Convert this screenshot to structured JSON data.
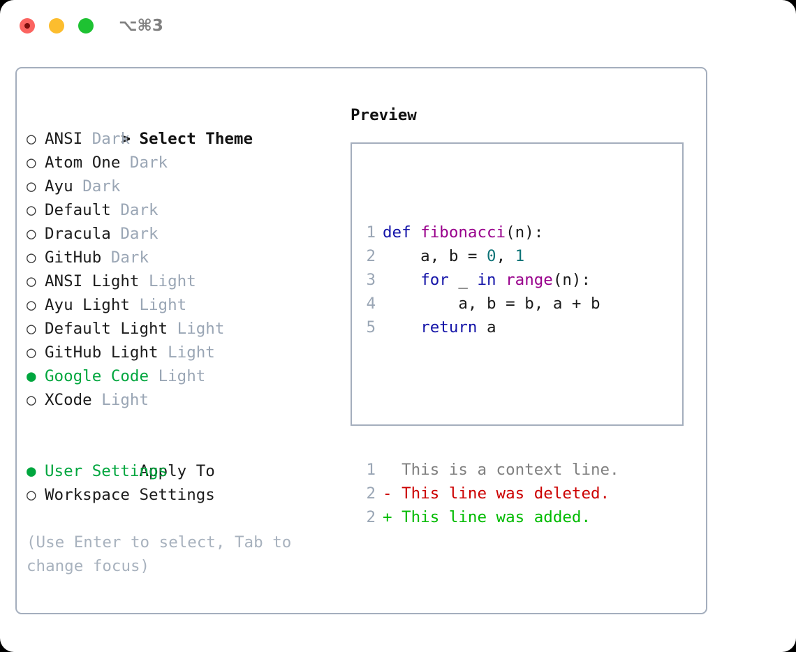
{
  "window": {
    "traffic_lights": [
      "close-red",
      "minimize-yellow",
      "maximize-green"
    ],
    "shortcut_label": "⌥⌘3"
  },
  "colors": {
    "accent_green": "#00a63e",
    "tag_gray": "#9aa6b5",
    "border": "#a4aebd",
    "hint_gray": "#a8b2be",
    "keyword_blue": "#1414a8",
    "function_purple": "#99008c",
    "number_teal": "#0d7377",
    "diff_added": "#00bb00",
    "diff_deleted": "#cc0000",
    "diff_context": "#808080"
  },
  "theme_picker": {
    "header_marker": ">",
    "header_label": "Select Theme",
    "items": [
      {
        "marker": "○",
        "name": "ANSI",
        "tag": "Dark",
        "selected": false
      },
      {
        "marker": "○",
        "name": "Atom One",
        "tag": "Dark",
        "selected": false
      },
      {
        "marker": "○",
        "name": "Ayu",
        "tag": "Dark",
        "selected": false
      },
      {
        "marker": "○",
        "name": "Default",
        "tag": "Dark",
        "selected": false
      },
      {
        "marker": "○",
        "name": "Dracula",
        "tag": "Dark",
        "selected": false
      },
      {
        "marker": "○",
        "name": "GitHub",
        "tag": "Dark",
        "selected": false
      },
      {
        "marker": "○",
        "name": "ANSI Light",
        "tag": "Light",
        "selected": false
      },
      {
        "marker": "○",
        "name": "Ayu Light",
        "tag": "Light",
        "selected": false
      },
      {
        "marker": "○",
        "name": "Default Light",
        "tag": "Light",
        "selected": false
      },
      {
        "marker": "○",
        "name": "GitHub Light",
        "tag": "Light",
        "selected": false
      },
      {
        "marker": "●",
        "name": "Google Code",
        "tag": "Light",
        "selected": true
      },
      {
        "marker": "○",
        "name": "XCode",
        "tag": "Light",
        "selected": false
      }
    ]
  },
  "apply_to": {
    "label": "Apply To",
    "items": [
      {
        "marker": "●",
        "name": "User Settings",
        "selected": true
      },
      {
        "marker": "○",
        "name": "Workspace Settings",
        "selected": false
      }
    ]
  },
  "hint": "(Use Enter to select, Tab to change focus)",
  "preview": {
    "title": "Preview",
    "code_lines": [
      {
        "num": "1",
        "tokens": [
          {
            "t": "def",
            "c": "kw"
          },
          {
            "t": " ",
            "c": "plain"
          },
          {
            "t": "fibonacci",
            "c": "fn"
          },
          {
            "t": "(n):",
            "c": "punct"
          }
        ]
      },
      {
        "num": "2",
        "tokens": [
          {
            "t": "    a, b = ",
            "c": "plain"
          },
          {
            "t": "0",
            "c": "num"
          },
          {
            "t": ", ",
            "c": "plain"
          },
          {
            "t": "1",
            "c": "num"
          }
        ]
      },
      {
        "num": "3",
        "tokens": [
          {
            "t": "    ",
            "c": "plain"
          },
          {
            "t": "for",
            "c": "kw"
          },
          {
            "t": " _ ",
            "c": "plain"
          },
          {
            "t": "in",
            "c": "kw"
          },
          {
            "t": " ",
            "c": "plain"
          },
          {
            "t": "range",
            "c": "fn"
          },
          {
            "t": "(n):",
            "c": "punct"
          }
        ]
      },
      {
        "num": "4",
        "tokens": [
          {
            "t": "        a, b = b, a + b",
            "c": "plain"
          }
        ]
      },
      {
        "num": "5",
        "tokens": [
          {
            "t": "    ",
            "c": "plain"
          },
          {
            "t": "return",
            "c": "kw"
          },
          {
            "t": " a",
            "c": "plain"
          }
        ]
      }
    ],
    "diff_lines": [
      {
        "num": "1",
        "sign": " ",
        "text": " This is a context line.",
        "kind": "ctx"
      },
      {
        "num": "2",
        "sign": "-",
        "text": " This line was deleted.",
        "kind": "del"
      },
      {
        "num": "2",
        "sign": "+",
        "text": " This line was added.",
        "kind": "add"
      }
    ]
  }
}
